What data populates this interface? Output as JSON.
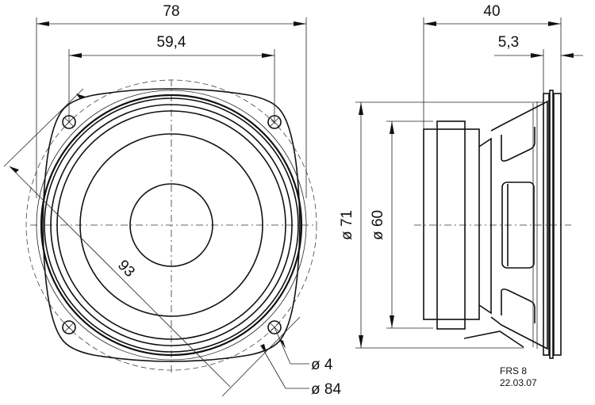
{
  "drawing": {
    "model": "FRS 8",
    "date": "22.03.07",
    "front_view": {
      "dim_overall_width": "78",
      "dim_hole_spacing": "59,4",
      "dim_diagonal": "93",
      "dim_hole_diameter": "ø 4",
      "dim_bolt_circle": "ø 84"
    },
    "side_view": {
      "dim_depth": "40",
      "dim_flange": "5,3",
      "dim_cutout_diameter": "ø 71",
      "dim_magnet_diameter": "ø 60"
    }
  }
}
